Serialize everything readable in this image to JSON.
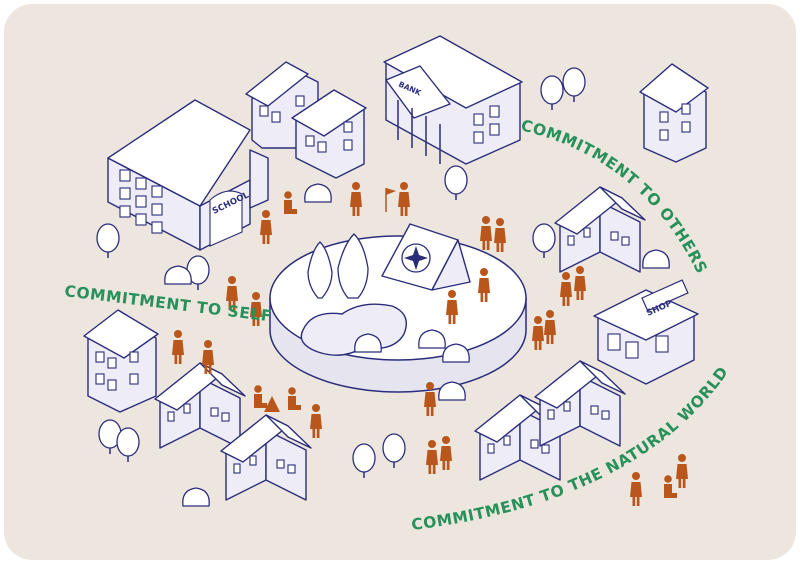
{
  "labels": {
    "self": "COMMITMENT TO SELF",
    "others": "COMMITMENT TO OTHERS",
    "natural_world": "COMMITMENT TO THE NATURAL WORLD"
  },
  "signs": {
    "school": "SCHOOL",
    "bank": "BANK",
    "shop": "SHOP"
  },
  "colors": {
    "background": "#ece6de",
    "outline": "#2b2d7a",
    "people": "#b9561c",
    "commitment_text": "#28905a"
  }
}
